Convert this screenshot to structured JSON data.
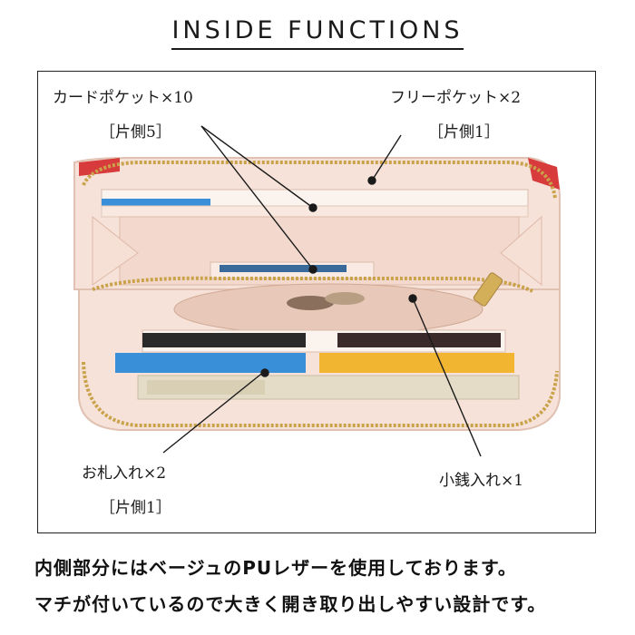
{
  "title": "INSIDE FUNCTIONS",
  "labels": {
    "card_pocket": "カードポケット×10",
    "card_pocket_side": "［片側5］",
    "free_pocket": "フリーポケット×2",
    "free_pocket_side": "［片側1］",
    "bill_slot": "お札入れ×2",
    "bill_slot_side": "［片側1］",
    "coin_purse": "小銭入れ×1"
  },
  "captions": {
    "line1": "内側部分にはベージュのPUレザーを使用しております。",
    "line2": "マチが付いているので大きく開き取り出しやすい設計です。"
  },
  "colors": {
    "beige": "#f3d9cd",
    "zipper": "#c9a24a",
    "frame": "#222222",
    "blue_card": "#3a8fd9",
    "yellow_card": "#f2b531"
  }
}
